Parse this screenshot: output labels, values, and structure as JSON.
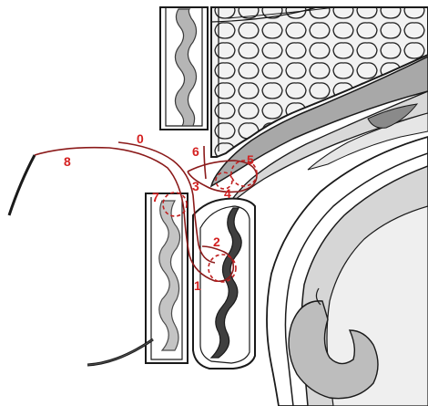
{
  "labels": {
    "l0": "0",
    "l1": "1",
    "l2": "2",
    "l3": "3",
    "l4": "4",
    "l5": "5",
    "l6": "6",
    "l7": "7",
    "l8": "8"
  },
  "colors": {
    "path": "#8b1a1a",
    "label": "#d42020",
    "outline": "#1a1a1a",
    "grey_light": "#d0d0d0",
    "grey_mid": "#a8a8a8",
    "grey_dark": "#4a4a4a",
    "paper": "#ffffff"
  }
}
